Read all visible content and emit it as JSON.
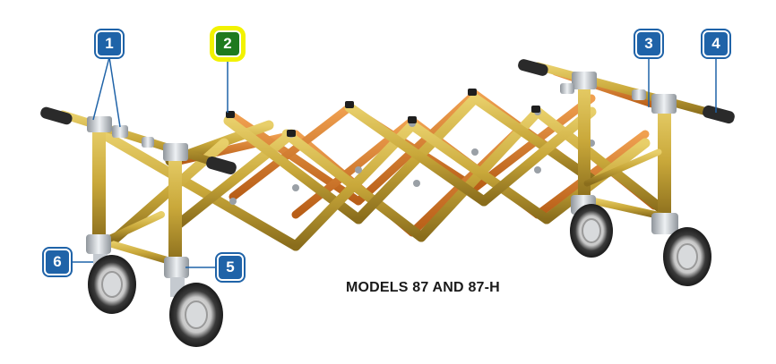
{
  "caption": "MODELS 87 AND 87-H",
  "callouts": [
    {
      "label": "1",
      "highlighted": false
    },
    {
      "label": "2",
      "highlighted": true
    },
    {
      "label": "3",
      "highlighted": false
    },
    {
      "label": "4",
      "highlighted": false
    },
    {
      "label": "5",
      "highlighted": false
    },
    {
      "label": "6",
      "highlighted": false
    }
  ],
  "colors": {
    "callout_fill": "#1f63a8",
    "highlight_fill": "#1f7a1f",
    "highlight_glow": "#f2f200",
    "frame_gold": "#c9a83a",
    "frame_orange": "#d77b2a",
    "chrome": "#b9bec4",
    "grip": "#2a2a2a",
    "leader": "#1f63a8"
  }
}
